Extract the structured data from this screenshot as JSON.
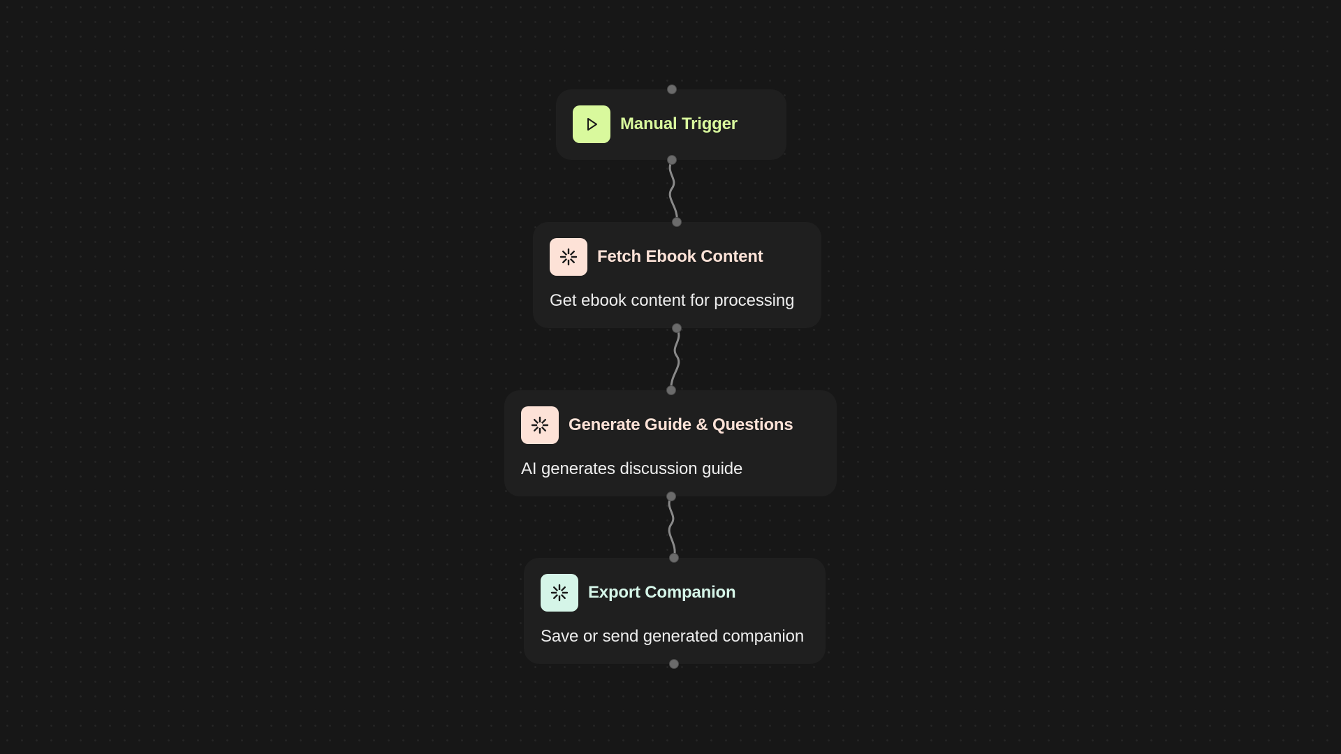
{
  "nodes": [
    {
      "id": "manual-trigger",
      "title": "Manual Trigger",
      "description": "",
      "icon": "play-icon",
      "icon_bg": "#d9f99d",
      "title_color": "#d9f99d"
    },
    {
      "id": "fetch-ebook-content",
      "title": "Fetch Ebook Content",
      "description": "Get ebook content for processing",
      "icon": "asterisk-icon",
      "icon_bg": "#fde2d7",
      "title_color": "#fde2d7"
    },
    {
      "id": "generate-guide-questions",
      "title": "Generate Guide & Questions",
      "description": "AI generates discussion guide",
      "icon": "asterisk-icon",
      "icon_bg": "#fde2d7",
      "title_color": "#fde2d7"
    },
    {
      "id": "export-companion",
      "title": "Export Companion",
      "description": "Save or send generated companion",
      "icon": "asterisk-icon",
      "icon_bg": "#d5f5e8",
      "title_color": "#d5f5e8"
    }
  ],
  "edges": [
    {
      "from": "manual-trigger",
      "to": "fetch-ebook-content"
    },
    {
      "from": "fetch-ebook-content",
      "to": "generate-guide-questions"
    },
    {
      "from": "generate-guide-questions",
      "to": "export-companion"
    }
  ],
  "colors": {
    "background": "#171717",
    "node_bg": "#1f1f1f",
    "handle": "#6b6b6b",
    "edge": "#8a8a8a"
  }
}
